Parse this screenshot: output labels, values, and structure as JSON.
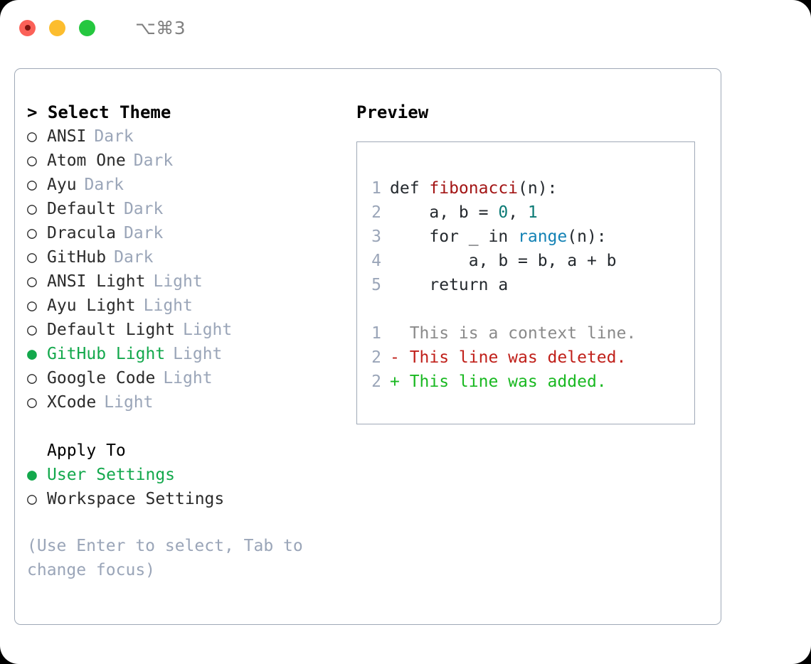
{
  "titlebar": {
    "shortcut": "⌥⌘3",
    "lights": [
      "close-red",
      "minimize-yellow",
      "zoom-green"
    ]
  },
  "left": {
    "header": "> Select Theme",
    "themes": [
      {
        "name": "ANSI",
        "variant": "Dark",
        "selected": false
      },
      {
        "name": "Atom One",
        "variant": "Dark",
        "selected": false
      },
      {
        "name": "Ayu",
        "variant": "Dark",
        "selected": false
      },
      {
        "name": "Default",
        "variant": "Dark",
        "selected": false
      },
      {
        "name": "Dracula",
        "variant": "Dark",
        "selected": false
      },
      {
        "name": "GitHub",
        "variant": "Dark",
        "selected": false
      },
      {
        "name": "ANSI Light",
        "variant": "Light",
        "selected": false
      },
      {
        "name": "Ayu Light",
        "variant": "Light",
        "selected": false
      },
      {
        "name": "Default Light",
        "variant": "Light",
        "selected": false
      },
      {
        "name": "GitHub Light",
        "variant": "Light",
        "selected": true
      },
      {
        "name": "Google Code",
        "variant": "Light",
        "selected": false
      },
      {
        "name": "XCode",
        "variant": "Light",
        "selected": false
      }
    ],
    "apply_to_title": "Apply To",
    "apply_to": [
      {
        "label": "User Settings",
        "selected": true
      },
      {
        "label": "Workspace Settings",
        "selected": false
      }
    ],
    "hint": "(Use Enter to select, Tab to change focus)",
    "bullet_selected": "●",
    "bullet_unselected": "○"
  },
  "right": {
    "title": "Preview",
    "code": [
      {
        "ln": "1",
        "parts": [
          {
            "t": "def ",
            "c": "plain"
          },
          {
            "t": "fibonacci",
            "c": "fn"
          },
          {
            "t": "(n):",
            "c": "plain"
          }
        ]
      },
      {
        "ln": "2",
        "parts": [
          {
            "t": "    a, b = ",
            "c": "plain"
          },
          {
            "t": "0",
            "c": "num"
          },
          {
            "t": ", ",
            "c": "plain"
          },
          {
            "t": "1",
            "c": "num"
          }
        ]
      },
      {
        "ln": "3",
        "parts": [
          {
            "t": "    for _ in ",
            "c": "plain"
          },
          {
            "t": "range",
            "c": "call"
          },
          {
            "t": "(n):",
            "c": "plain"
          }
        ]
      },
      {
        "ln": "4",
        "parts": [
          {
            "t": "        a, b = b, a + b",
            "c": "plain"
          }
        ]
      },
      {
        "ln": "5",
        "parts": [
          {
            "t": "    return a",
            "c": "plain"
          }
        ]
      }
    ],
    "diff": [
      {
        "ln": "1",
        "marker": "  ",
        "text": "This is a context line.",
        "kind": "ctx"
      },
      {
        "ln": "2",
        "marker": "- ",
        "text": "This line was deleted.",
        "kind": "del"
      },
      {
        "ln": "2",
        "marker": "+ ",
        "text": "This line was added.",
        "kind": "add"
      }
    ]
  },
  "colors": {
    "accent_green": "#13a84c",
    "muted": "#9aa5b8",
    "border": "#9fa9b7",
    "fn_red": "#a31515",
    "num_teal": "#0b7a75",
    "call_blue": "#1382b5",
    "diff_add": "#19b821",
    "diff_del": "#c0201a",
    "diff_ctx": "#8a8a8a"
  }
}
